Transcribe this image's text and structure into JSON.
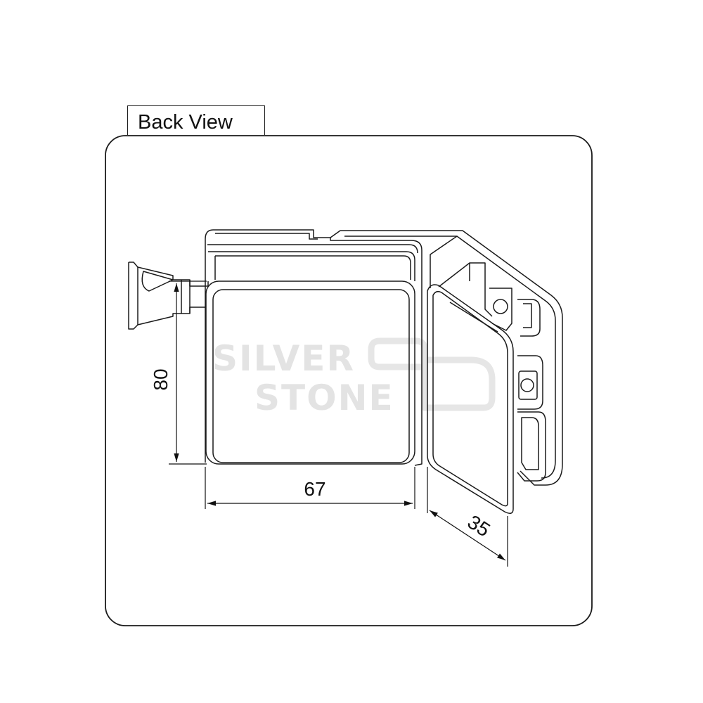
{
  "view": {
    "title": "Back View"
  },
  "dimensions": {
    "height": "80",
    "width": "67",
    "depth": "35"
  },
  "watermark": {
    "line1": "SILVER",
    "line2": "STONE"
  },
  "colors": {
    "line": "#1a1a1a",
    "watermark": "#e3e3e3",
    "background": "#ffffff"
  }
}
